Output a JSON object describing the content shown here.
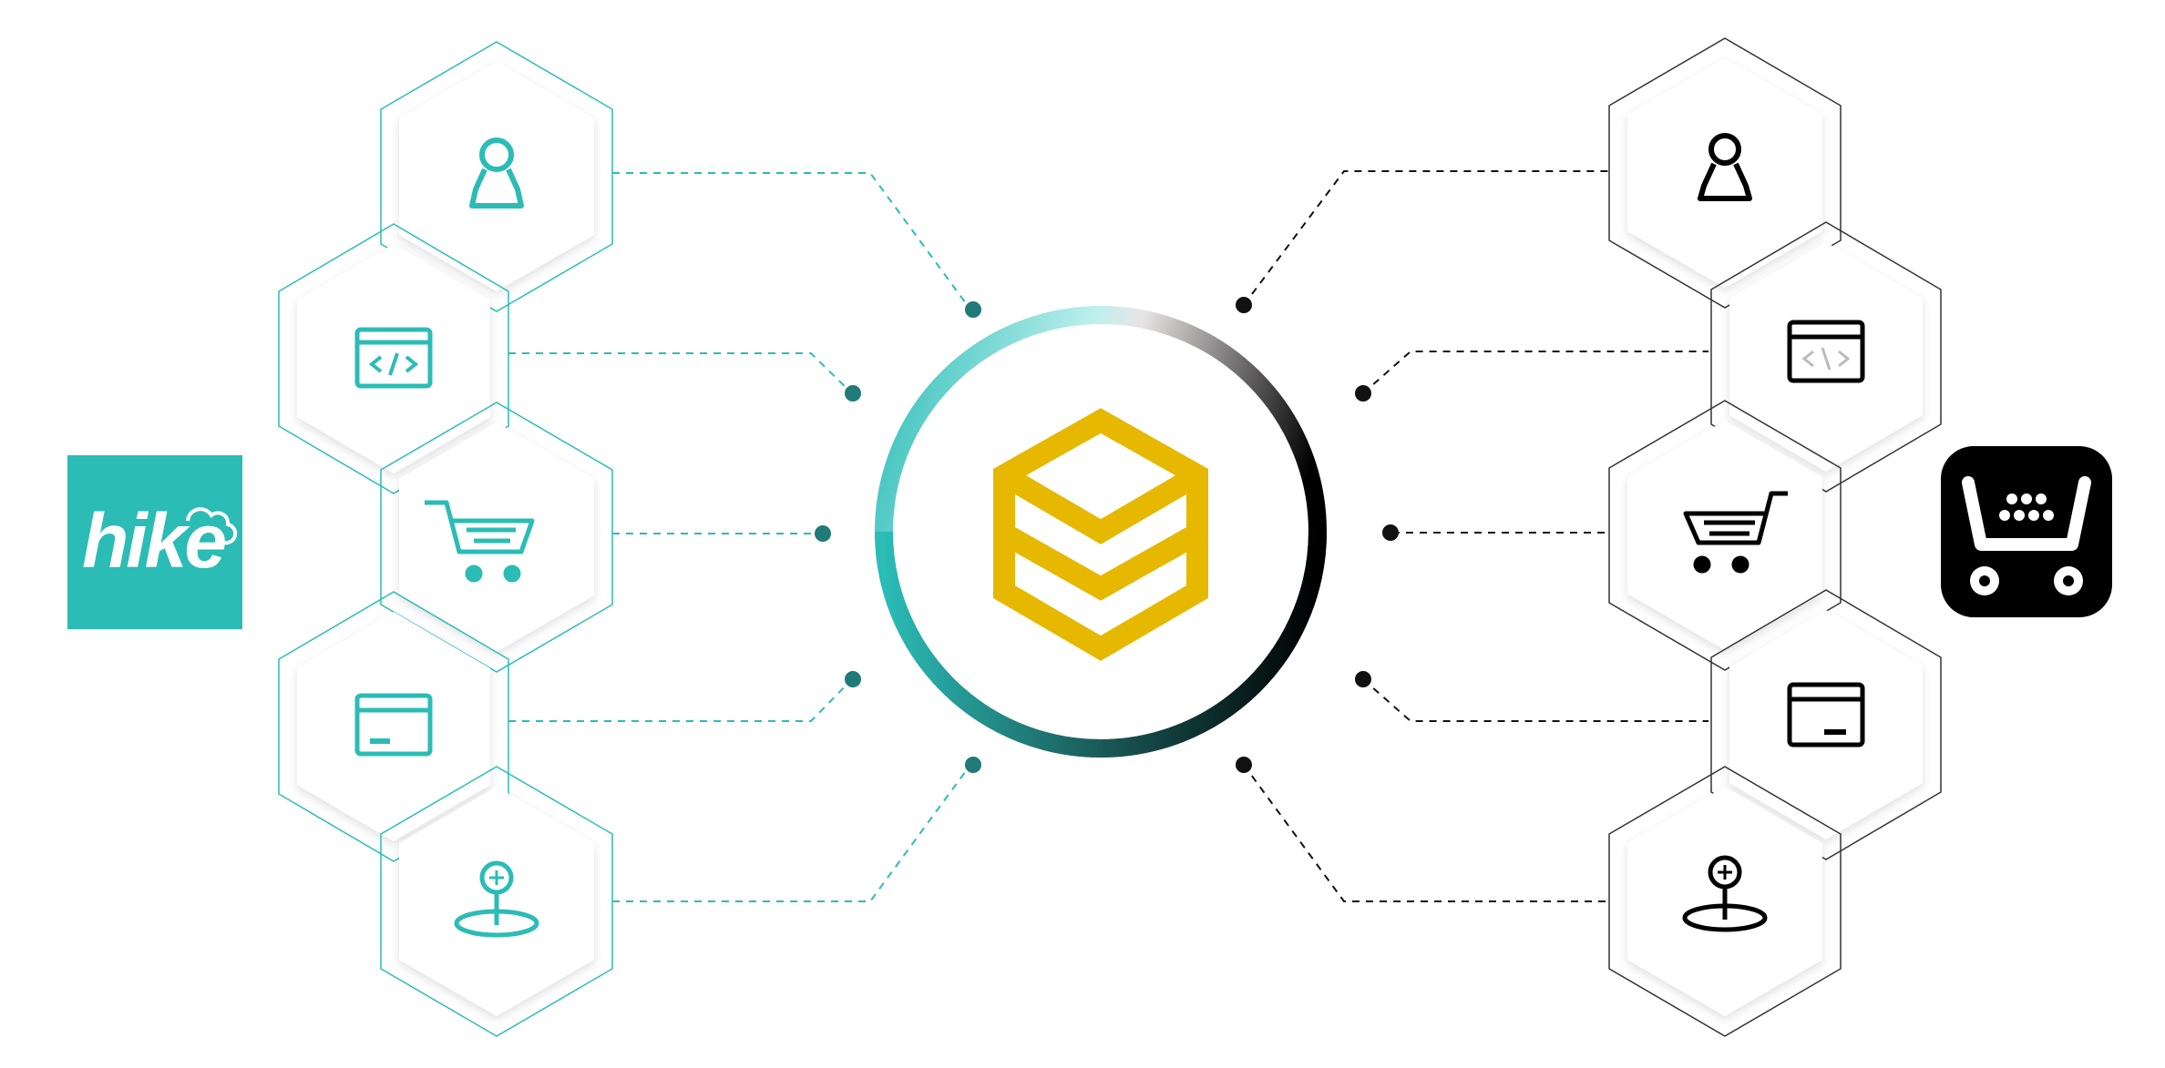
{
  "diagram": {
    "left_platform": {
      "logo_text": "hike",
      "icon": "hike-cloud-logo",
      "color": "#2bbcb6"
    },
    "right_platform": {
      "logo_text": "",
      "icon": "ecwid-cart-logo",
      "color": "#000000"
    },
    "center": {
      "icon": "stacked-hexagon-logo",
      "color": "#e6b800",
      "ring_gradient": [
        "#2bbcb6",
        "#ffffff",
        "#000000"
      ]
    },
    "entity_icons": [
      "person-icon",
      "code-window-icon",
      "shopping-cart-icon",
      "card-window-icon",
      "location-pin-icon"
    ],
    "left_color": "#2bbcb6",
    "right_color": "#000000",
    "connector_dot_left": "#1f7a78",
    "connector_dot_right": "#111111"
  }
}
